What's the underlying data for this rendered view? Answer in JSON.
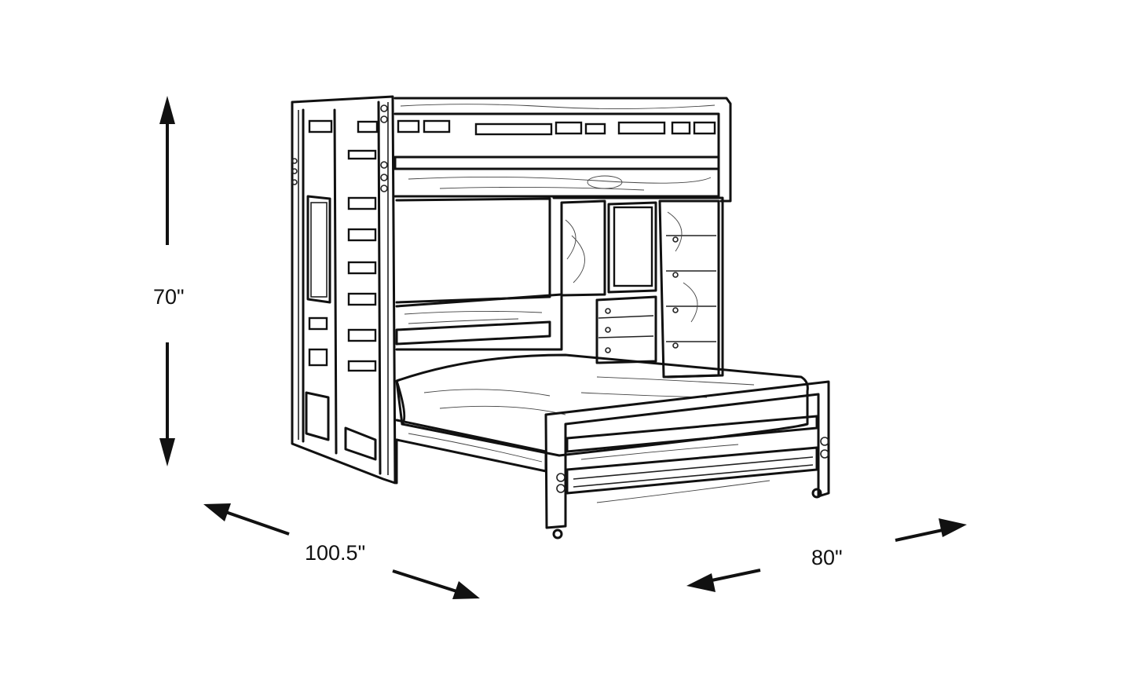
{
  "dimensions": {
    "height": "70\"",
    "width": "100.5\"",
    "depth": "80\""
  },
  "colors": {
    "line": "#111111",
    "background": "#ffffff"
  }
}
